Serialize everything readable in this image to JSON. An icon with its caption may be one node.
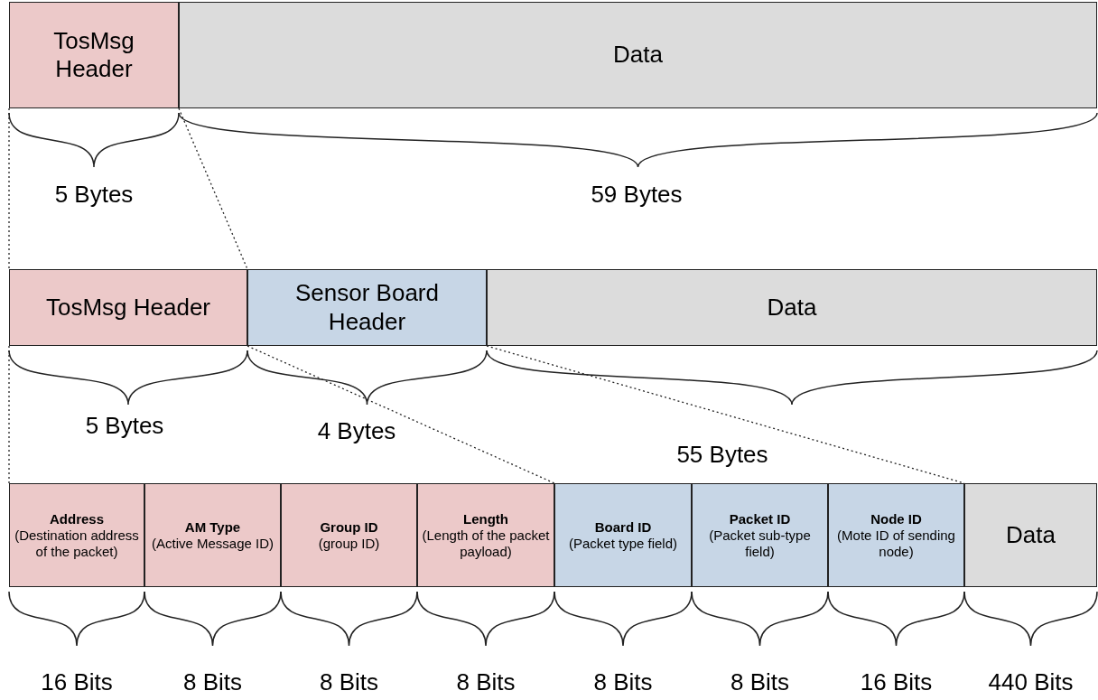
{
  "diagram": {
    "nodes": [
      {
        "text": [
          "TosMsg Header"
        ]
      },
      {
        "text": [
          "Data"
        ]
      },
      {
        "text": [
          "TosMsg Header"
        ]
      },
      {
        "text": [
          "Sensor Board Header"
        ]
      },
      {
        "text": [
          "Data"
        ]
      },
      {
        "text": [
          "Address",
          "(Destination address of the packet)"
        ]
      },
      {
        "text": [
          "AM Type",
          "(Active Message ID)"
        ]
      },
      {
        "text": [
          "Group ID",
          "(group ID)"
        ]
      },
      {
        "text": [
          "Length",
          "(Length of the packet payload)"
        ]
      },
      {
        "text": [
          "Board ID",
          "(Packet type field)"
        ]
      },
      {
        "text": [
          "Packet ID",
          "(Packet sub-type field)"
        ]
      },
      {
        "text": [
          "Node ID",
          "(Mote ID of sending node)"
        ]
      },
      {
        "text": [
          "Data"
        ]
      }
    ],
    "edges": [
      {
        "from": 0,
        "to": 2,
        "arrow": "none",
        "style": "dashed"
      },
      {
        "from": 0,
        "to": 2,
        "arrow": "none",
        "style": "dashed"
      },
      {
        "from": 2,
        "to": 5,
        "arrow": "none",
        "style": "dashed"
      },
      {
        "from": 2,
        "to": 8,
        "arrow": "none",
        "style": "dashed"
      },
      {
        "from": 3,
        "to": 11,
        "arrow": "none",
        "style": "dashed"
      }
    ],
    "labels": [
      "5 Bytes",
      "59 Bytes",
      "5 Bytes",
      "4 Bytes",
      "55 Bytes",
      "16 Bits",
      "8 Bits",
      "8 Bits",
      "8 Bits",
      "8 Bits",
      "8 Bits",
      "16 Bits",
      "440 Bits"
    ]
  }
}
